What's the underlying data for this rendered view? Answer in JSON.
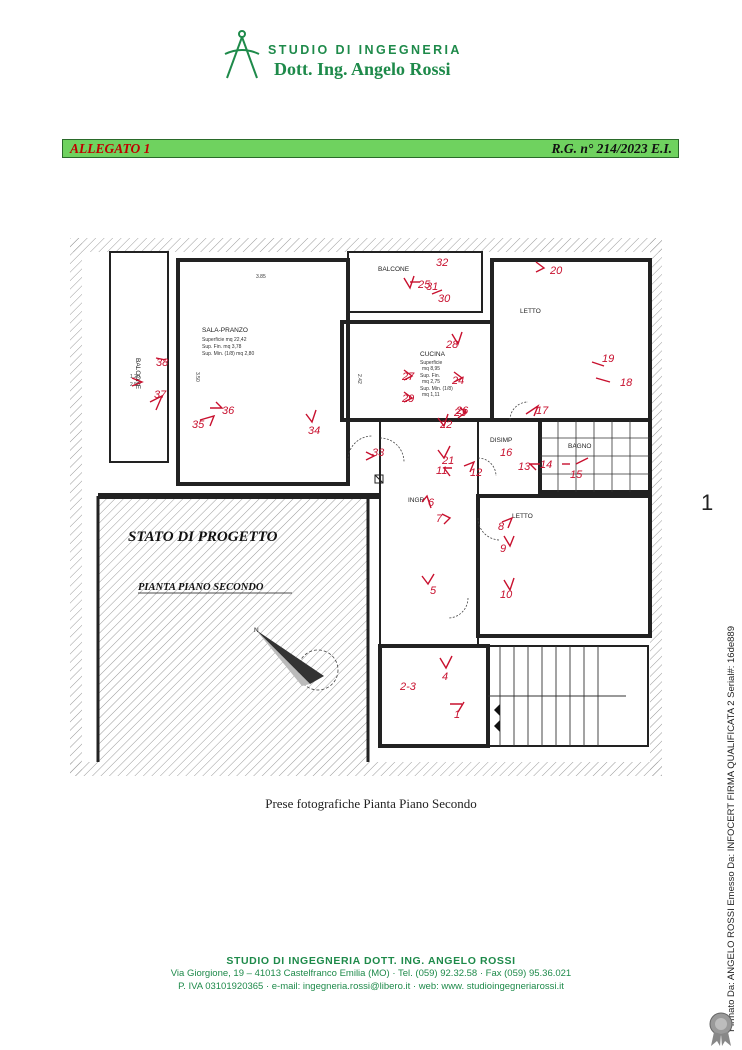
{
  "header": {
    "logo_line1": "STUDIO DI INGEGNERIA",
    "logo_line2": "Dott. Ing. Angelo Rossi",
    "band_left": "ALLEGATO 1",
    "band_right": "R.G. n° 214/2023 E.I.",
    "band_color": "#6fd25f",
    "brand_color": "#1e8a4a"
  },
  "plan": {
    "rooms": {
      "balcone_top": "BALCONE",
      "balcone_left": "BALCONE",
      "letto_top": "LETTO",
      "sala": "SALA-PRANZO",
      "sala_info1": "Superficie    mq 22,42",
      "sala_info2": "Sup. Fin.      mq 3,78",
      "sala_info3": "Sup. Min. (1/8) mq 2,80",
      "cucina": "CUCINA",
      "cucina_info1": "Superficie",
      "cucina_info2": "mq 8,95",
      "cucina_info3": "Sup. Fin.",
      "cucina_info4": "mq 2,75",
      "cucina_info5": "Sup. Min. (1/8)",
      "cucina_info6": "mq 1,11",
      "disimp": "DISIMP",
      "bagno": "BAGNO",
      "ingr": "INGR",
      "letto_bottom": "LETTO"
    },
    "dims": {
      "d1": "3.85",
      "d2": "2.42",
      "d3": "1.20",
      "d4": "2.50",
      "d5": "3.50"
    },
    "title": "STATO DI PROGETTO",
    "subtitle": "PIANTA PIANO SECONDO",
    "north": "N",
    "markers": [
      "1",
      "2-3",
      "4",
      "5",
      "6",
      "7",
      "8",
      "9",
      "10",
      "11",
      "12",
      "13",
      "14",
      "15",
      "16",
      "17",
      "18",
      "19",
      "20",
      "21",
      "22",
      "23",
      "24",
      "25",
      "26",
      "27",
      "28",
      "29",
      "30",
      "31",
      "32",
      "33",
      "34",
      "35",
      "36",
      "37",
      "38"
    ]
  },
  "caption": "Prese fotografiche Pianta Piano Secondo",
  "page_number": "1",
  "signature_text": "Firmato Da: ANGELO ROSSI Emesso Da: INFOCERT FIRMA QUALIFICATA 2 Serial#: 16de889",
  "footer": {
    "line1": "STUDIO DI INGEGNERIA DOTT. ING. ANGELO ROSSI",
    "line2": "Via Giorgione, 19 – 41013 Castelfranco Emilia (MO) · Tel. (059) 92.32.58 · Fax (059) 95.36.021",
    "line3": "P. IVA 03101920365 · e-mail: ingegneria.rossi@libero.it · web: www. studioingegneriarossi.it"
  }
}
